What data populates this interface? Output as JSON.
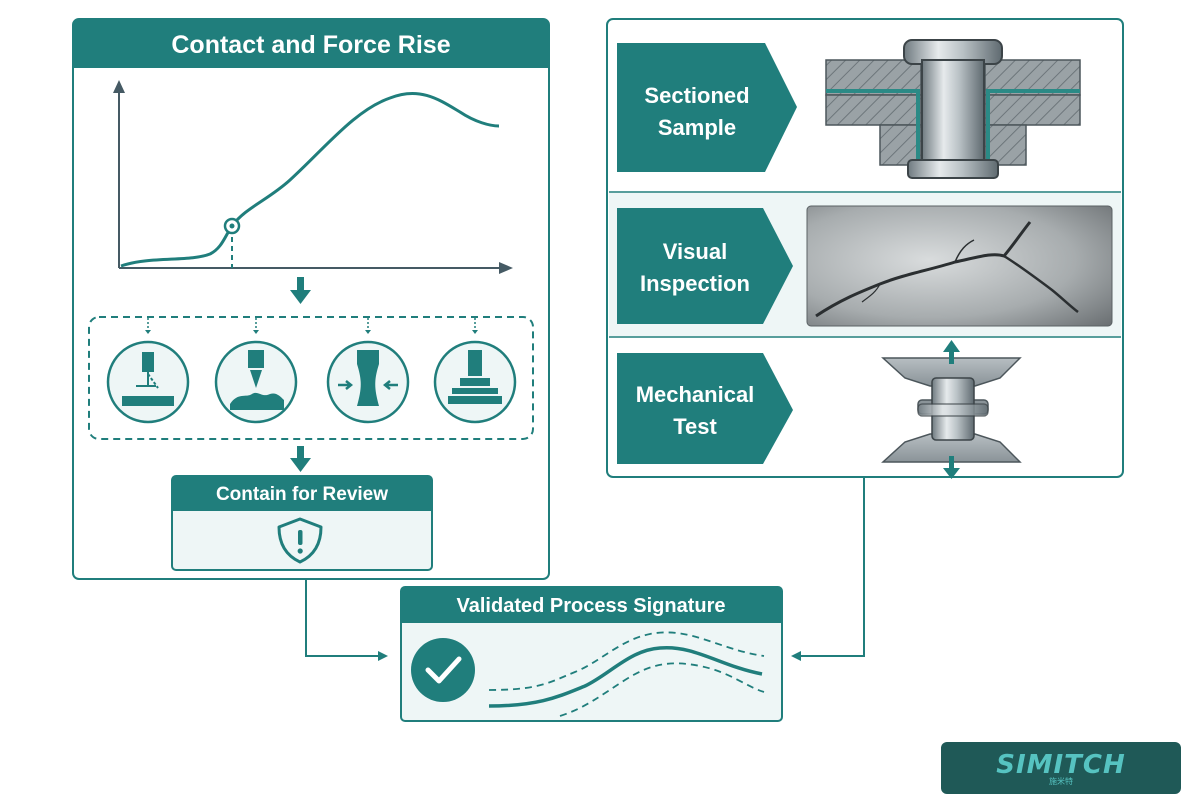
{
  "colors": {
    "teal": "#207e7c",
    "teal_light_bg": "#eef6f6",
    "teal_stroke": "#3a8f8d",
    "dark_slate": "#455a64",
    "logo_bg": "#1f5957",
    "logo_text": "#56c3c1"
  },
  "panels": {
    "contact_force": {
      "title": "Contact and Force Rise"
    },
    "contain_review": {
      "title": "Contain for Review"
    },
    "validated": {
      "title": "Validated Process Signature"
    }
  },
  "verification": {
    "items": [
      {
        "line1": "Sectioned",
        "line2": "Sample",
        "icon": "rivet-cross-section-icon"
      },
      {
        "line1": "Visual",
        "line2": "Inspection",
        "icon": "crack-surface-icon"
      },
      {
        "line1": "Mechanical",
        "line2": "Test",
        "icon": "tensile-test-icon"
      }
    ]
  },
  "failure_modes": [
    {
      "icon": "punch-misalignment-icon"
    },
    {
      "icon": "die-deformation-icon"
    },
    {
      "icon": "side-compression-icon"
    },
    {
      "icon": "stacked-layers-icon"
    }
  ],
  "icons": {
    "warning": "shield-warning-icon",
    "check": "check-circle-icon"
  },
  "logo": {
    "text": "SIMITCH",
    "subtext": "施米特"
  }
}
